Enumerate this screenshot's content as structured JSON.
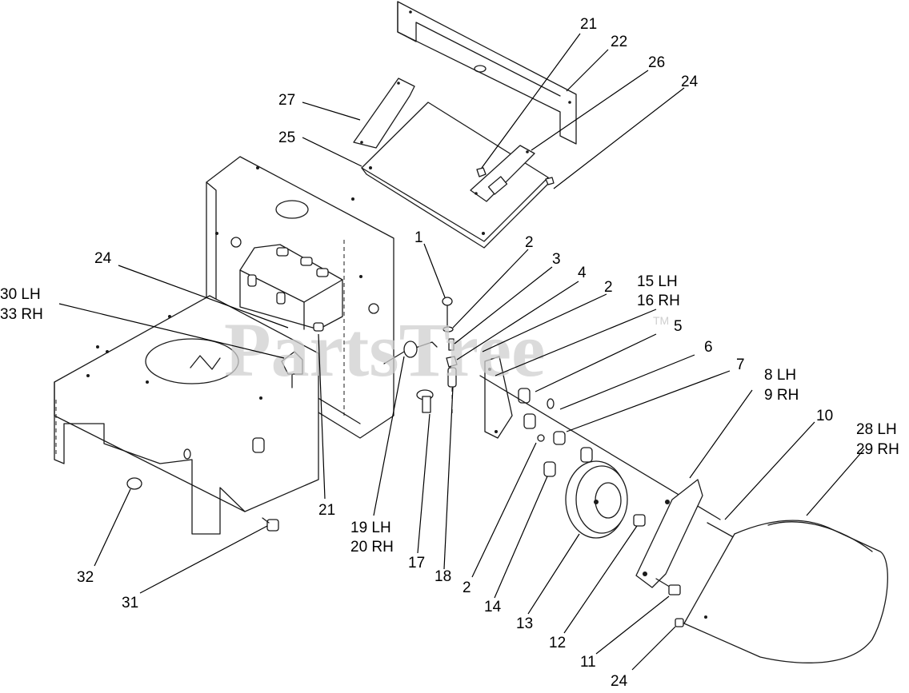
{
  "watermark": {
    "text": "PartsTree",
    "trademark": "TM"
  },
  "callouts": [
    {
      "text": "21"
    },
    {
      "text": "22"
    },
    {
      "text": "26"
    },
    {
      "text": "24"
    },
    {
      "text": "27"
    },
    {
      "text": "25"
    },
    {
      "text": "1"
    },
    {
      "text": "2"
    },
    {
      "text": "3"
    },
    {
      "text": "4"
    },
    {
      "text": "2"
    },
    {
      "text": "15 LH"
    },
    {
      "text": "16 RH"
    },
    {
      "text": "5"
    },
    {
      "text": "6"
    },
    {
      "text": "7"
    },
    {
      "text": "8 LH"
    },
    {
      "text": "9 RH"
    },
    {
      "text": "10"
    },
    {
      "text": "28 LH"
    },
    {
      "text": "29 RH"
    },
    {
      "text": "24"
    },
    {
      "text": "30 LH"
    },
    {
      "text": "33 RH"
    },
    {
      "text": "21"
    },
    {
      "text": "19 LH"
    },
    {
      "text": "20 RH"
    },
    {
      "text": "17"
    },
    {
      "text": "18"
    },
    {
      "text": "2"
    },
    {
      "text": "14"
    },
    {
      "text": "13"
    },
    {
      "text": "12"
    },
    {
      "text": "11"
    },
    {
      "text": "24"
    },
    {
      "text": "32"
    },
    {
      "text": "31"
    }
  ]
}
